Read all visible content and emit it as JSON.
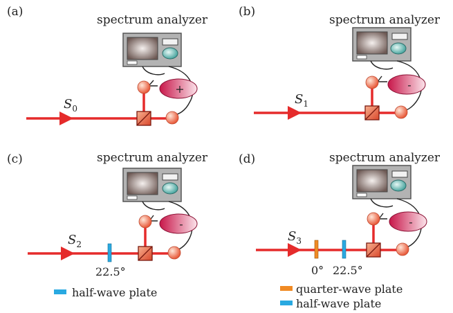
{
  "panels": [
    {
      "label": "(a)",
      "analyzer_label": "spectrum analyzer",
      "source": {
        "symbol": "S",
        "subscript": "0"
      },
      "combiner_sign": "+",
      "plates": [],
      "legend": []
    },
    {
      "label": "(b)",
      "analyzer_label": "spectrum analyzer",
      "source": {
        "symbol": "S",
        "subscript": "1"
      },
      "combiner_sign": "-",
      "plates": [],
      "legend": []
    },
    {
      "label": "(c)",
      "analyzer_label": "spectrum analyzer",
      "source": {
        "symbol": "S",
        "subscript": "2"
      },
      "combiner_sign": "-",
      "plates": [
        {
          "type": "half-wave",
          "angle_label": "22.5°"
        }
      ],
      "legend": [
        {
          "type": "half-wave",
          "label": "half-wave plate"
        }
      ]
    },
    {
      "label": "(d)",
      "analyzer_label": "spectrum analyzer",
      "source": {
        "symbol": "S",
        "subscript": "3"
      },
      "combiner_sign": "-",
      "plates": [
        {
          "type": "quarter-wave",
          "angle_label": "0°"
        },
        {
          "type": "half-wave",
          "angle_label": "22.5°"
        }
      ],
      "legend": [
        {
          "type": "quarter-wave",
          "label": "quarter-wave plate"
        },
        {
          "type": "half-wave",
          "label": "half-wave plate"
        }
      ]
    }
  ],
  "colors": {
    "beam": "#e52b2b",
    "half_wave_plate": "#29a9e1",
    "quarter_wave_plate": "#f08a24",
    "analyzer_body": "#b3b3b3",
    "detector": "#f07a5a",
    "combiner": "#d93b5e"
  }
}
